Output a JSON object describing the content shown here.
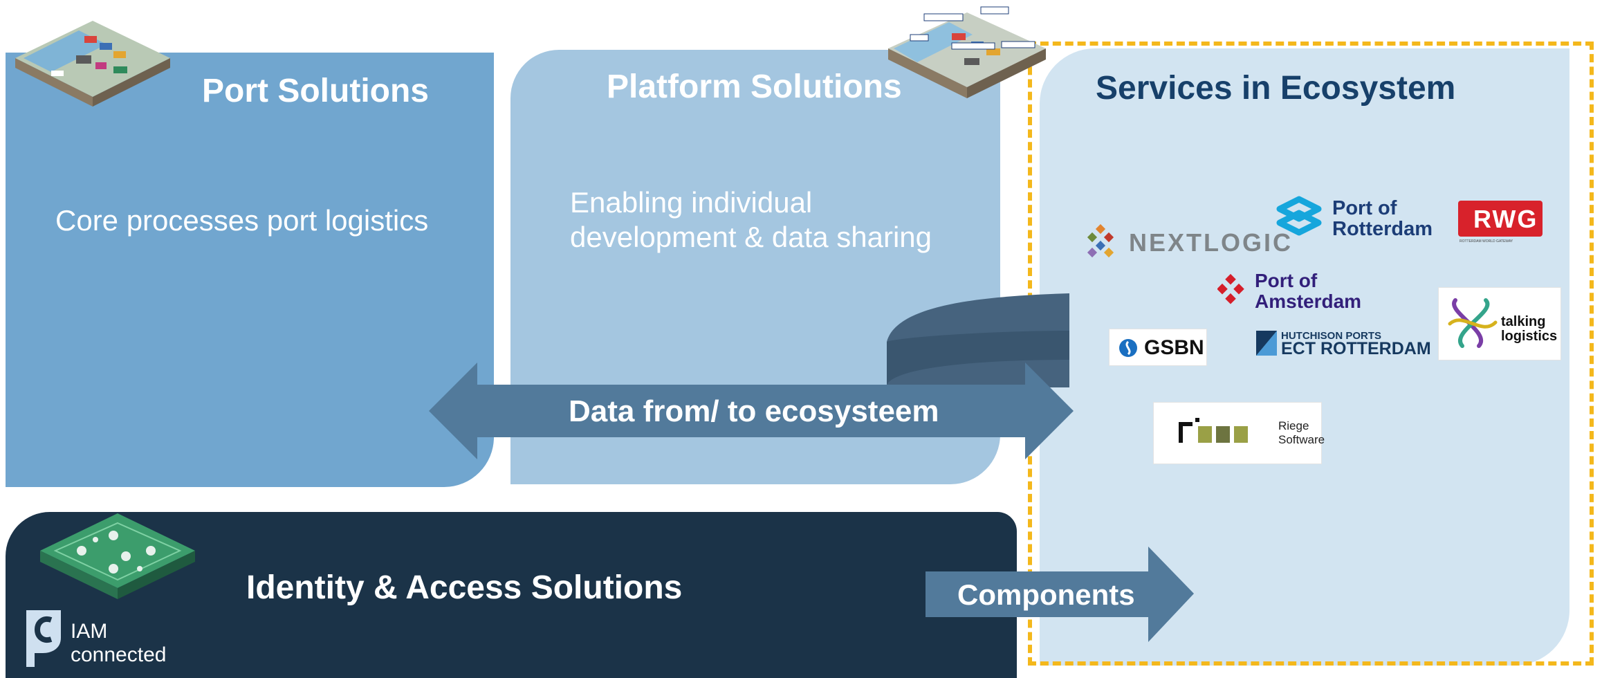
{
  "panels": {
    "port": {
      "title": "Port Solutions",
      "description": "Core processes port logistics"
    },
    "platform": {
      "title": "Platform Solutions",
      "description": "Enabling individual development & data sharing"
    },
    "services": {
      "title": "Services in Ecosystem"
    },
    "iam": {
      "title": "Identity & Access Solutions"
    }
  },
  "arrows": {
    "data": "Data from/ to ecosysteem",
    "components": "Components"
  },
  "logos": {
    "nextlogic": "NEXTLOGIC",
    "port_of_rotterdam": "Port of Rotterdam",
    "rwg": "RWG",
    "rwg_tagline": "ROTTERDAM WORLD GATEWAY",
    "port_of_amsterdam": "Port of Amsterdam",
    "gsbn": "GSBN",
    "hutchison": "HUTCHISON PORTS",
    "ect_rotterdam": "ECT ROTTERDAM",
    "talking_logistics": "talking logistics",
    "riege": "Riege Software",
    "iam_connected": "IAM connected"
  },
  "colors": {
    "port_panel": "#71a6cf",
    "platform_panel": "#a4c6e0",
    "services_panel": "#d2e4f1",
    "iam_panel": "#1b3348",
    "arrow": "#527a9b",
    "dashed_frame": "#f4b81c",
    "services_title": "#17406a"
  }
}
